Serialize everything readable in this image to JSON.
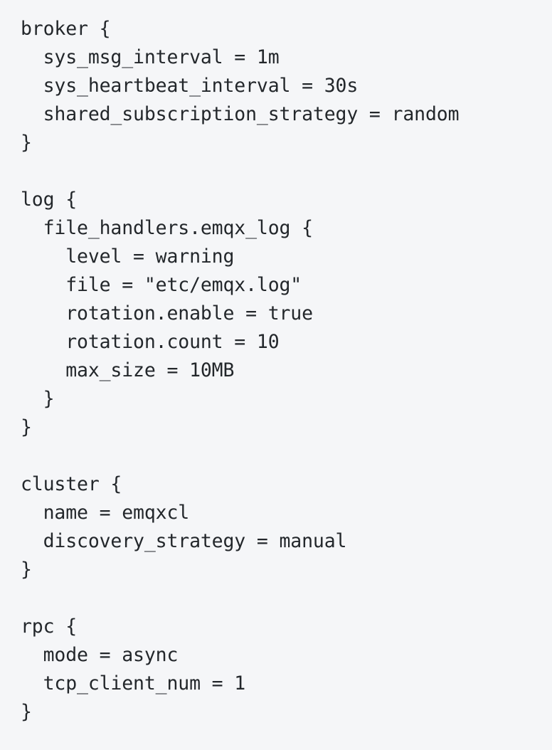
{
  "document": {
    "kind": "code-block",
    "language": "hocon",
    "background_color": "#f5f6f8",
    "text_color": "#23272b",
    "lines": [
      "broker {",
      "  sys_msg_interval = 1m",
      "  sys_heartbeat_interval = 30s",
      "  shared_subscription_strategy = random",
      "}",
      "",
      "log {",
      "  file_handlers.emqx_log {",
      "    level = warning",
      "    file = \"etc/emqx.log\"",
      "    rotation.enable = true",
      "    rotation.count = 10",
      "    max_size = 10MB",
      "  }",
      "}",
      "",
      "cluster {",
      "  name = emqxcl",
      "  discovery_strategy = manual",
      "}",
      "",
      "rpc {",
      "  mode = async",
      "  tcp_client_num = 1",
      "}"
    ],
    "config_values": {
      "broker.sys_msg_interval": "1m",
      "broker.sys_heartbeat_interval": "30s",
      "broker.shared_subscription_strategy": "random",
      "log.file_handlers.emqx_log.level": "warning",
      "log.file_handlers.emqx_log.file": "\"etc/emqx.log\"",
      "log.file_handlers.emqx_log.rotation.enable": "true",
      "log.file_handlers.emqx_log.rotation.count": "10",
      "log.file_handlers.emqx_log.max_size": "10MB",
      "cluster.name": "emqxcl",
      "cluster.discovery_strategy": "manual",
      "rpc.mode": "async",
      "rpc.tcp_client_num": "1"
    }
  }
}
